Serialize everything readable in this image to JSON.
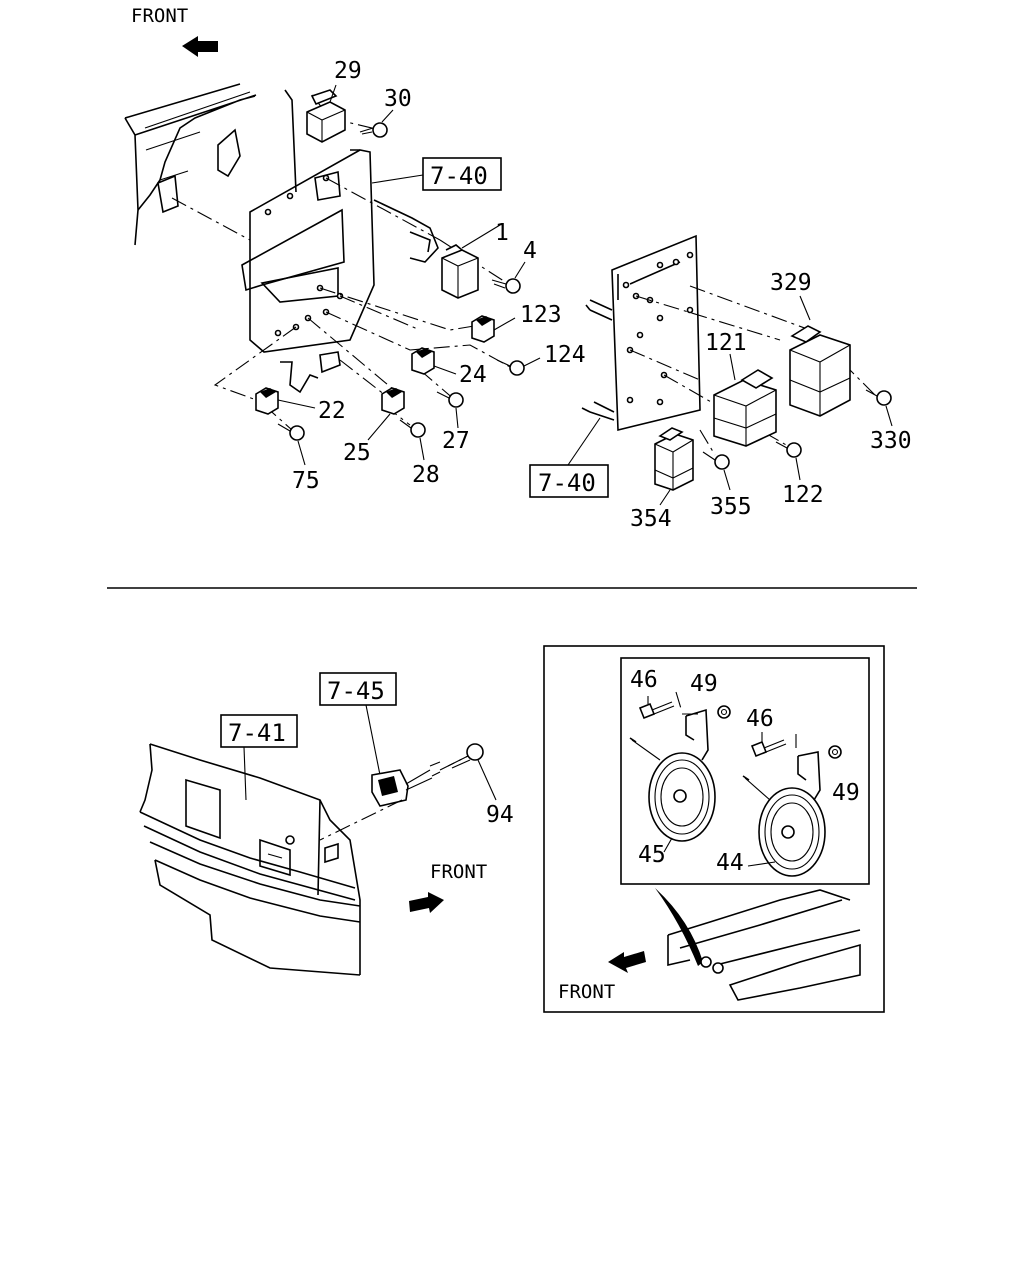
{
  "front_labels": [
    "FRONT",
    "FRONT",
    "FRONT"
  ],
  "reference_boxes": [
    "7-40",
    "7-40",
    "7-45",
    "7-41"
  ],
  "part_numbers": {
    "p29": "29",
    "p30": "30",
    "p1": "1",
    "p4": "4",
    "p123": "123",
    "p124": "124",
    "p24": "24",
    "p22": "22",
    "p25": "25",
    "p27": "27",
    "p75": "75",
    "p28": "28",
    "p329": "329",
    "p121": "121",
    "p330": "330",
    "p122": "122",
    "p354": "354",
    "p355": "355",
    "p94": "94",
    "p46a": "46",
    "p49a": "49",
    "p46b": "46",
    "p49b": "49",
    "p45": "45",
    "p44": "44"
  }
}
